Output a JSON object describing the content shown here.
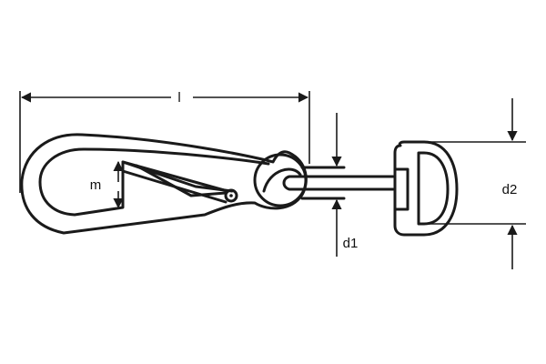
{
  "dimensions": {
    "length_label": "l",
    "gate_opening_label": "m",
    "rod_diameter_label": "d1",
    "eye_opening_label": "d2"
  },
  "colors": {
    "stroke": "#1a1a1a",
    "background": "#ffffff"
  }
}
